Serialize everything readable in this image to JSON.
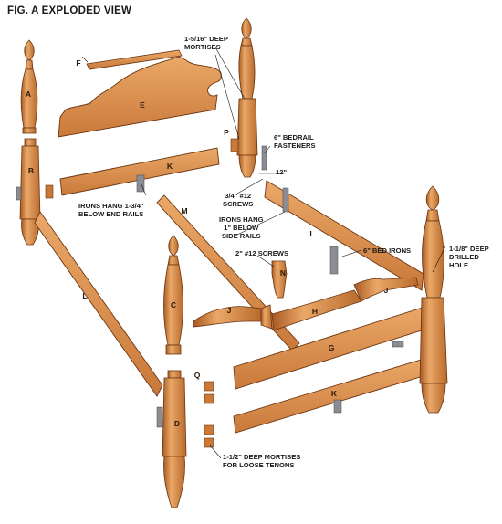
{
  "figure": {
    "title": "FIG. A  EXPLODED VIEW"
  },
  "part_labels": {
    "A": "A",
    "B": "B",
    "C": "C",
    "D": "D",
    "E": "E",
    "F": "F",
    "G": "G",
    "H": "H",
    "J1": "J",
    "J2": "J",
    "K1": "K",
    "K2": "K",
    "L1": "L",
    "L2": "L",
    "M": "M",
    "N": "N",
    "P": "P",
    "Q": "Q"
  },
  "annotations": {
    "deep_mortises": "1-5/16\" DEEP\nMORTISES",
    "bedrail_fasteners": "6\" BEDRAIL\nFASTENERS",
    "dim_12": "12\"",
    "screws_34": "3/4\" #12\nSCREWS",
    "irons_end_rails": "IRONS HANG 1-3/4\"\nBELOW END RAILS",
    "irons_side_rails": "IRONS HANG\n1\" BELOW\nSIDE RAILS",
    "screws_2": "2\" #12 SCREWS",
    "bed_irons": "6\" BED IRONS",
    "drilled_hole": "1-1/8\" DEEP\nDRILLED\nHOLE",
    "loose_tenons": "1-1/2\" DEEP MORTISES\nFOR LOOSE TENONS"
  },
  "colors": {
    "wood": "#d98a44",
    "wood_light": "#eaa868",
    "wood_dark": "#a85a22",
    "outline": "#6b3510",
    "iron": "#8a8e94",
    "text": "#1a1a1a"
  }
}
